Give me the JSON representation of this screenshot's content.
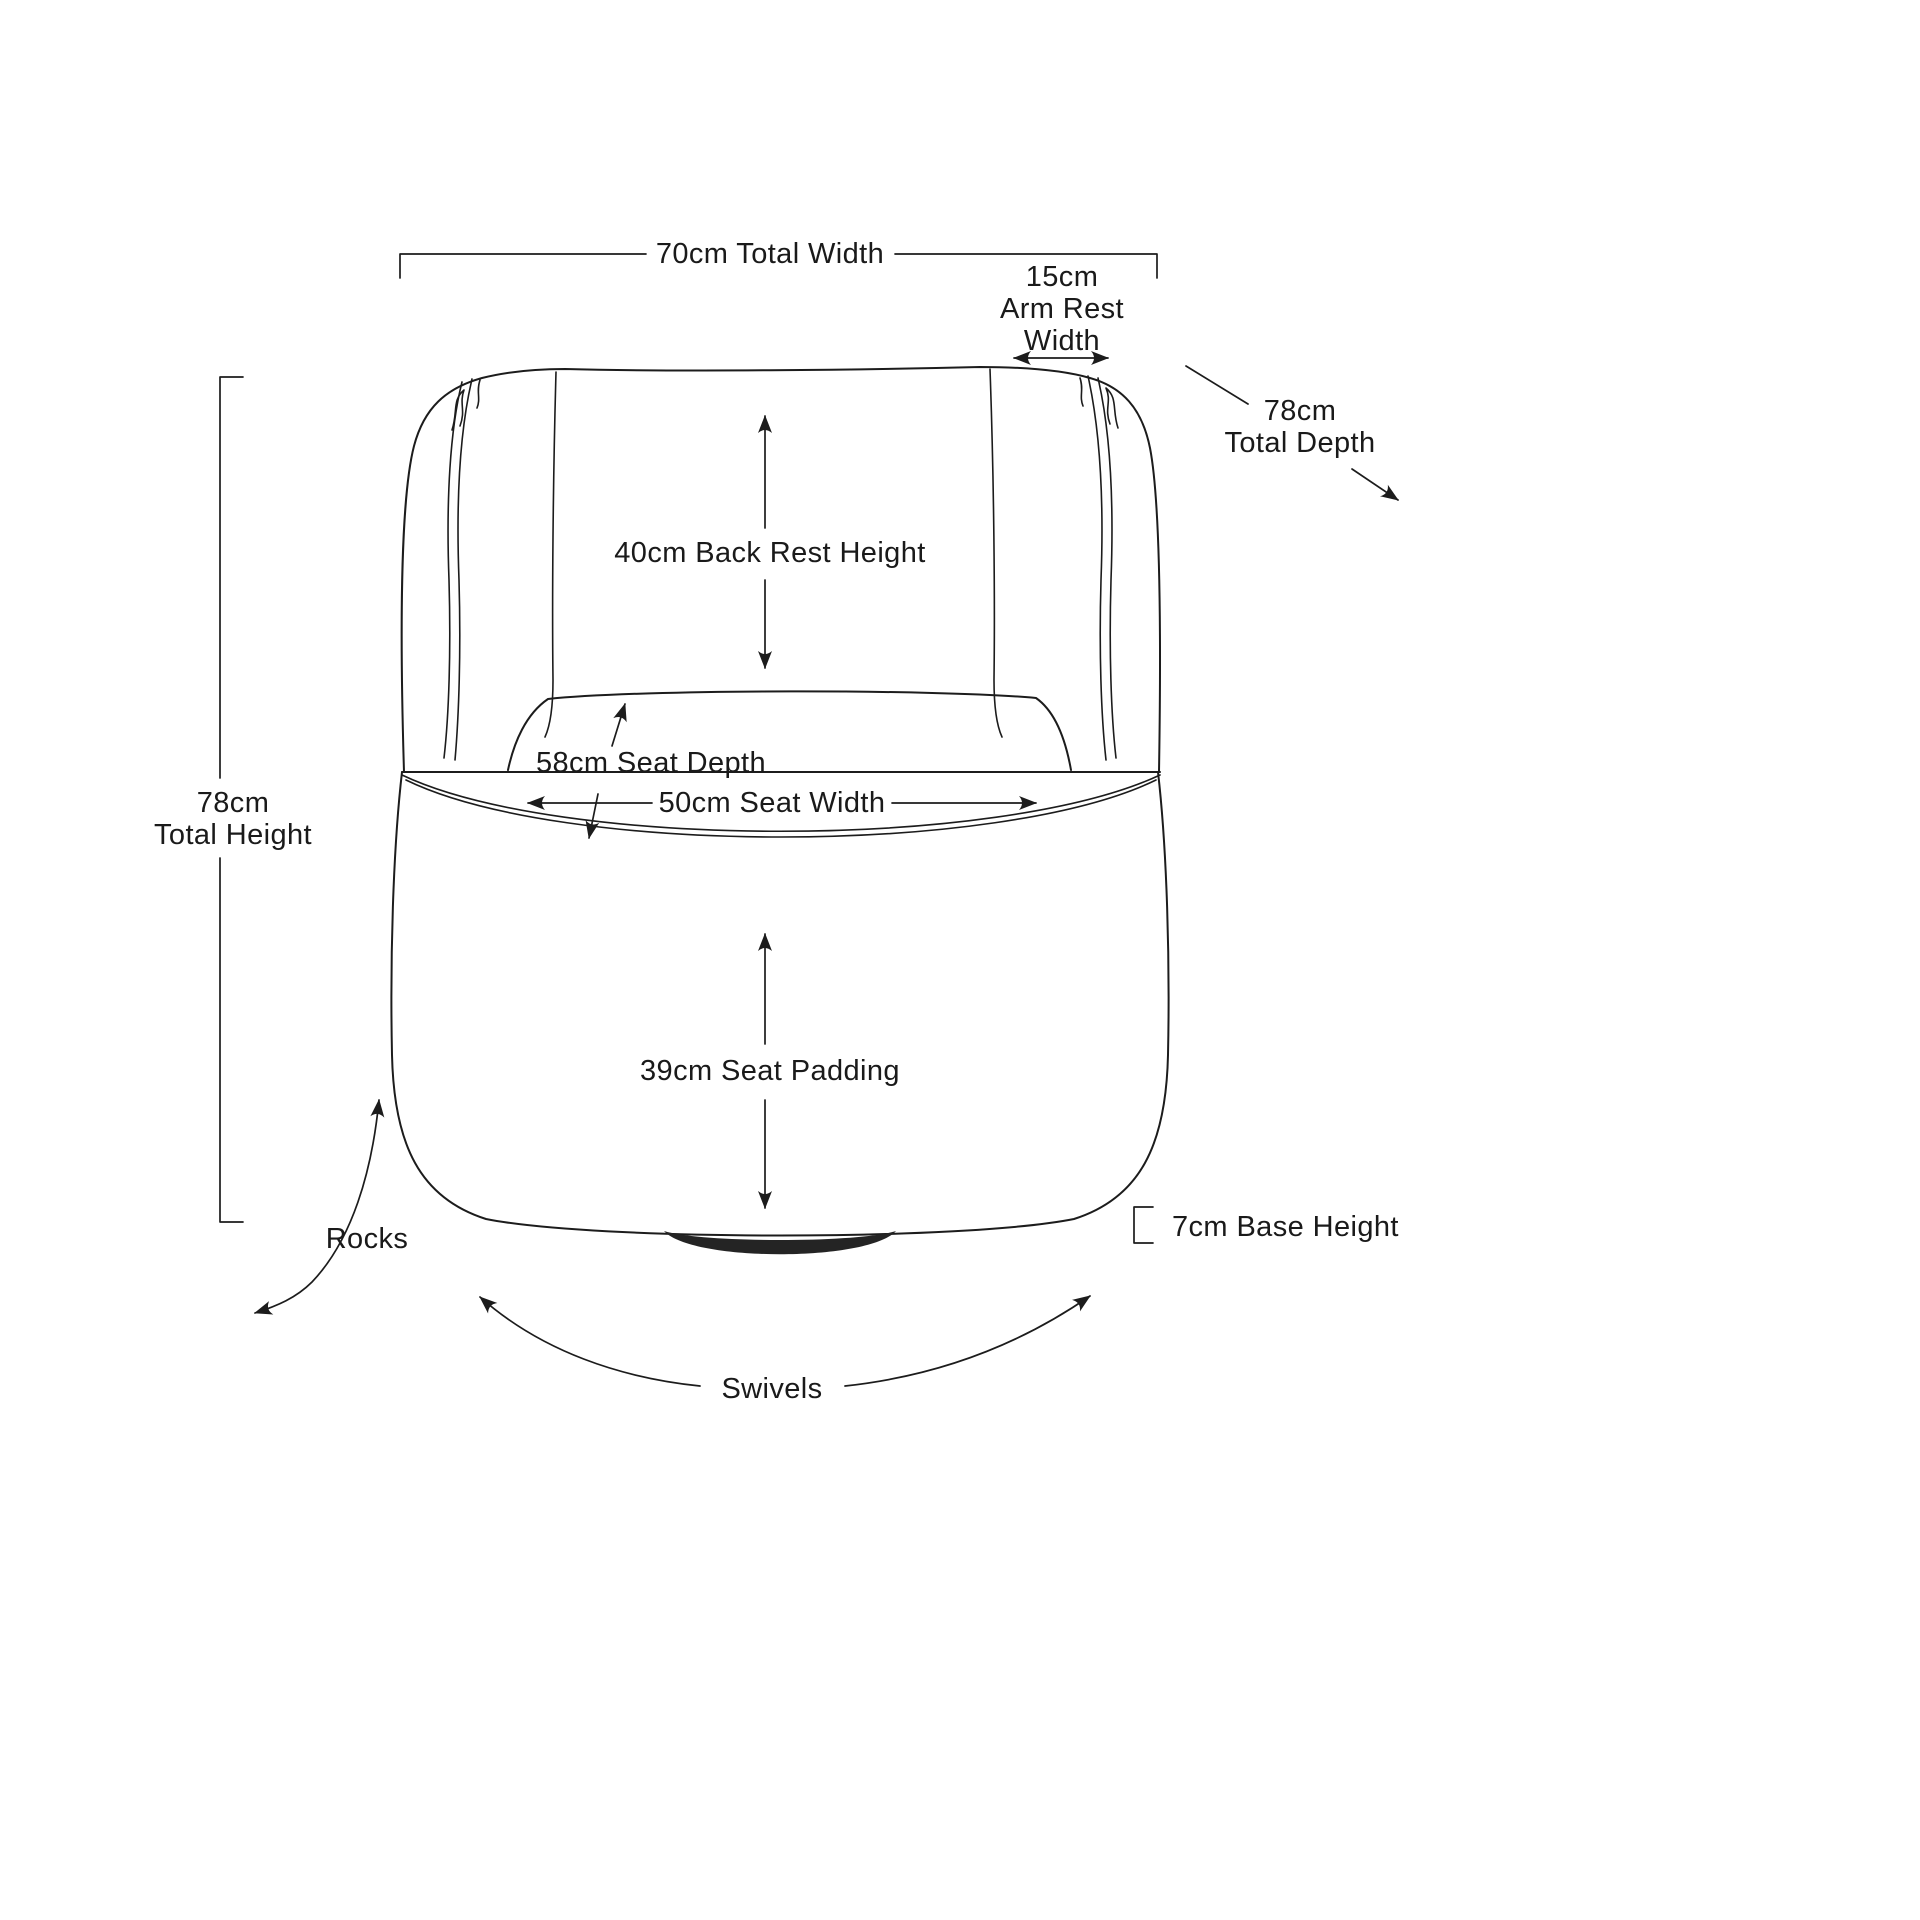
{
  "colors": {
    "line": "#1c1c1c",
    "text": "#1a1a1a",
    "base_fill": "#242424",
    "background": "#ffffff"
  },
  "diagram": {
    "dimensions": {
      "total_width": "70cm Total Width",
      "arm_rest_width": [
        "15cm",
        "Arm Rest",
        "Width"
      ],
      "total_depth": [
        "78cm",
        "Total Depth"
      ],
      "back_rest_height": "40cm Back Rest Height",
      "seat_depth": "58cm Seat Depth",
      "seat_width": "50cm Seat Width",
      "total_height": [
        "78cm",
        "Total Height"
      ],
      "seat_padding": "39cm Seat Padding",
      "base_height": "7cm Base Height"
    },
    "features": {
      "rocks": "Rocks",
      "swivels": "Swivels"
    }
  }
}
